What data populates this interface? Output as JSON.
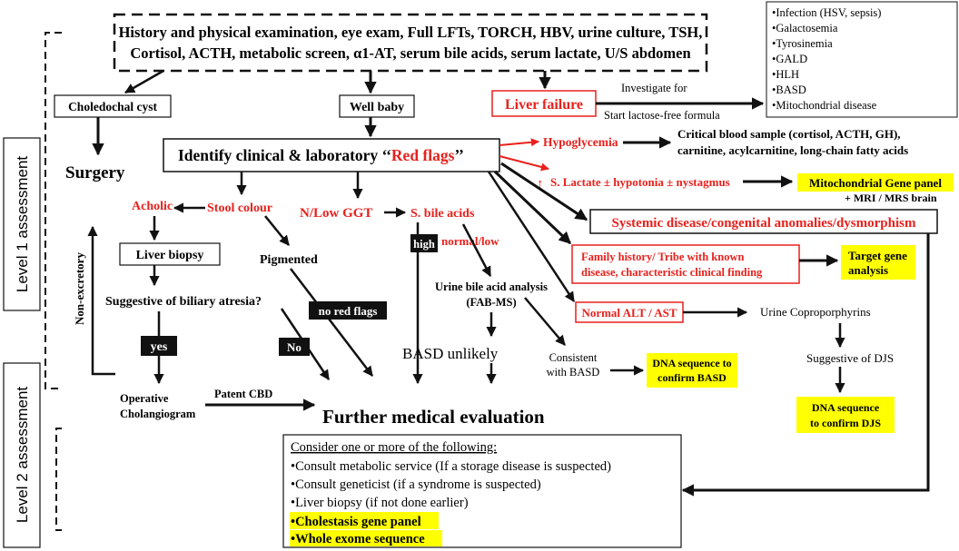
{
  "levels": {
    "level1": "Level 1 assessment",
    "level2": "Level 2 assessment"
  },
  "top_box": {
    "line1": "History and physical examination, eye exam, Full LFTs, TORCH, HBV, urine culture, TSH,",
    "line2": "Cortisol, ACTH, metabolic screen, α1-AT, serum bile acids, serum lactate, U/S abdomen"
  },
  "liver_failure_list": [
    "•Infection (HSV, sepsis)",
    "•Galactosemia",
    "•Tyrosinemia",
    "•GALD",
    "•HLH",
    "•BASD",
    "•Mitochondrial disease"
  ],
  "nodes": {
    "choledochal_cyst": "Choledochal cyst",
    "well_baby": "Well baby",
    "liver_failure": "Liver failure",
    "investigate_for": "Investigate for",
    "start_lactose_free": "Start lactose-free formula",
    "surgery": "Surgery",
    "red_flags_prefix": "Identify clinical & laboratory ‘‘",
    "red_flags_red": "Red flags",
    "red_flags_suffix": "’’",
    "hypoglycemia": "Hypoglycemia",
    "critical_blood_1": "Critical blood sample (cortisol, ACTH, GH),",
    "critical_blood_2": "carnitine, acylcarnitine, long-chain fatty acids",
    "lactate_arrow": "↑",
    "lactate": "S. Lactate ± hypotonia ± nystagmus",
    "mito_panel": "Mitochondrial Gene panel",
    "mri": "+ MRI / MRS brain",
    "systemic": "Systemic disease/congenital anomalies/dysmorphism",
    "family_1": "Family history/ Tribe with known",
    "family_2": "disease, characteristic clinical finding",
    "target_1": "Target gene",
    "target_2": "analysis",
    "normal_alt": "Normal ALT / AST",
    "urine_copro": "Urine Coproporphyrins",
    "suggestive_djs": "Suggestive of DJS",
    "dna_djs_1": "DNA sequence",
    "dna_djs_2": "to confirm DJS",
    "acholic": "Acholic",
    "stool_colour": "Stool colour",
    "low_ggt": "N/Low GGT",
    "s_bile_acids": "S. bile acids",
    "high": "high",
    "normal_low": "normal/low",
    "liver_biopsy": "Liver biopsy",
    "pigmented": "Pigmented",
    "non_excretory": "Non-excretory",
    "suggestive_ba": "Suggestive of biliary atresia?",
    "yes": "yes",
    "no": "No",
    "no_red_flags": "no red flags",
    "urine_ba_1": "Urine bile acid analysis",
    "urine_ba_2": "(FAB-MS)",
    "basd_unlikely": "BASD unlikely",
    "consistent_1": "Consistent",
    "consistent_2": "with BASD",
    "dna_basd_1": "DNA sequence to",
    "dna_basd_2": "confirm BASD",
    "operative_1": "Operative",
    "operative_2": "Cholangiogram",
    "patent_cbd": "Patent CBD",
    "further_eval": "Further medical evaluation"
  },
  "consider_box": {
    "heading": "Consider one or more of the following:",
    "items": [
      "•Consult metabolic service (If a storage disease is suspected)",
      "•Consult geneticist (if a syndrome is suspected)",
      "•Liver biopsy (if not done earlier)"
    ],
    "highlight_items": [
      "•Cholestasis gene panel",
      "•Whole exome sequence"
    ]
  },
  "colors": {
    "red": "#e8211c",
    "highlight": "#ffff00",
    "black": "#111111"
  }
}
